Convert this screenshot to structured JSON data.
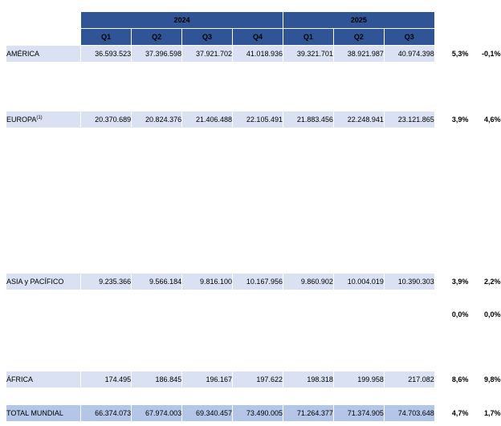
{
  "table": {
    "years": [
      "2024",
      "2025"
    ],
    "quarters_2024": [
      "Q1",
      "Q2",
      "Q3",
      "Q4"
    ],
    "quarters_2025": [
      "Q1",
      "Q2",
      "Q3"
    ],
    "rows": [
      {
        "label": "AMÉRICA",
        "note": "",
        "v2024": [
          "36.593.523",
          "37.396.598",
          "37.921.702",
          "41.018.936"
        ],
        "v2025": [
          "39.321.701",
          "38.921.987",
          "40.974.398"
        ],
        "pct1": "5,3%",
        "pct2": "-0,1%"
      },
      {
        "label": "EUROPA",
        "note": "(1)",
        "v2024": [
          "20.370.689",
          "20.824.376",
          "21.406.488",
          "22.105.491"
        ],
        "v2025": [
          "21.883.456",
          "22.248.941",
          "23.121.865"
        ],
        "pct1": "3,9%",
        "pct2": "4,6%"
      },
      {
        "label": "ASIA y PACÍFICO",
        "note": "",
        "v2024": [
          "9.235.366",
          "9.566.184",
          "9.816.100",
          "10.167.956"
        ],
        "v2025": [
          "9.860.902",
          "10.004.019",
          "10.390.303"
        ],
        "pct1": "3,9%",
        "pct2": "2,2%"
      },
      {
        "label": "ÁFRICA",
        "note": "",
        "v2024": [
          "174.495",
          "186.845",
          "196.167",
          "197.622"
        ],
        "v2025": [
          "198.318",
          "199.958",
          "217.082"
        ],
        "pct1": "8,6%",
        "pct2": "9,8%"
      },
      {
        "label": "TOTAL MUNDIAL",
        "note": "",
        "v2024": [
          "66.374.073",
          "67.974.003",
          "69.340.457",
          "73.490.005"
        ],
        "v2025": [
          "71.264.377",
          "71.374.905",
          "74.703.648"
        ],
        "pct1": "4,7%",
        "pct2": "1,7%"
      }
    ],
    "floating_values": {
      "pct_a": "0,0%",
      "pct_b": "0,0%"
    }
  },
  "colors": {
    "header_blue": "#2f5597",
    "cell_blue": "#d9e1f2",
    "total_blue": "#b4c6e7"
  }
}
